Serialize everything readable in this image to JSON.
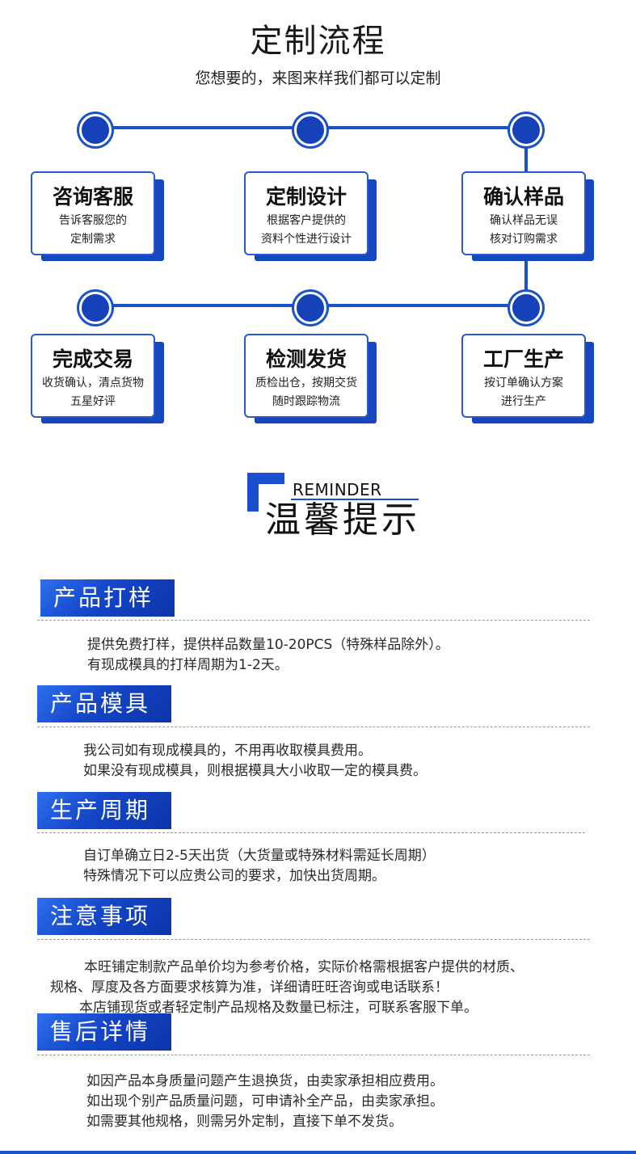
{
  "header": {
    "title": "定制流程",
    "subtitle": "您想要的，来图来样我们都可以定制"
  },
  "flow": {
    "steps": [
      {
        "title": "咨询客服",
        "desc1": "告诉客服您的",
        "desc2": "定制需求"
      },
      {
        "title": "定制设计",
        "desc1": "根据客户提供的",
        "desc2": "资料个性进行设计"
      },
      {
        "title": "确认样品",
        "desc1": "确认样品无误",
        "desc2": "核对订购需求"
      },
      {
        "title": "完成交易",
        "desc1": "收货确认，清点货物",
        "desc2": "五星好评"
      },
      {
        "title": "检测发货",
        "desc1": "质检出仓，按期交货",
        "desc2": "随时跟踪物流"
      },
      {
        "title": "工厂生产",
        "desc1": "按订单确认方案",
        "desc2": "进行生产"
      }
    ]
  },
  "reminder": {
    "en": "REMINDER",
    "cn": "温馨提示"
  },
  "sections": [
    {
      "label": "产品打样",
      "lines": [
        "提供免费打样，提供样品数量10-20PCS（特殊样品除外）。",
        "有现成模具的打样周期为1-2天。"
      ]
    },
    {
      "label": "产品模具",
      "lines": [
        "我公司如有现成模具的，不用再收取模具费用。",
        "如果没有现成模具，则根据模具大小收取一定的模具费。"
      ]
    },
    {
      "label": "生产周期",
      "lines": [
        "自订单确立日2-5天出货（大货量或特殊材料需延长周期）",
        "特殊情况下可以应贵公司的要求，加快出货周期。"
      ]
    },
    {
      "label": "注意事项",
      "lines": [
        "本旺铺定制款产品单价均为参考价格，实际价格需根据客户提供的材质、",
        "规格、厚度及各方面要求核算为准，详细请旺旺咨询或电话联系！",
        "本店铺现货或者轻定制产品规格及数量已标注，可联系客服下单。"
      ]
    },
    {
      "label": "售后详情",
      "lines": [
        "如因产品本身质量问题产生退换货，由卖家承担相应费用。",
        "如出现个别产品质量问题，可申请补全产品，由卖家承担。",
        "如需要其他规格，则需另外定制，直接下单不发货。"
      ]
    }
  ],
  "colors": {
    "accent": "#1a52c8",
    "label_bg": "#1446c8"
  }
}
